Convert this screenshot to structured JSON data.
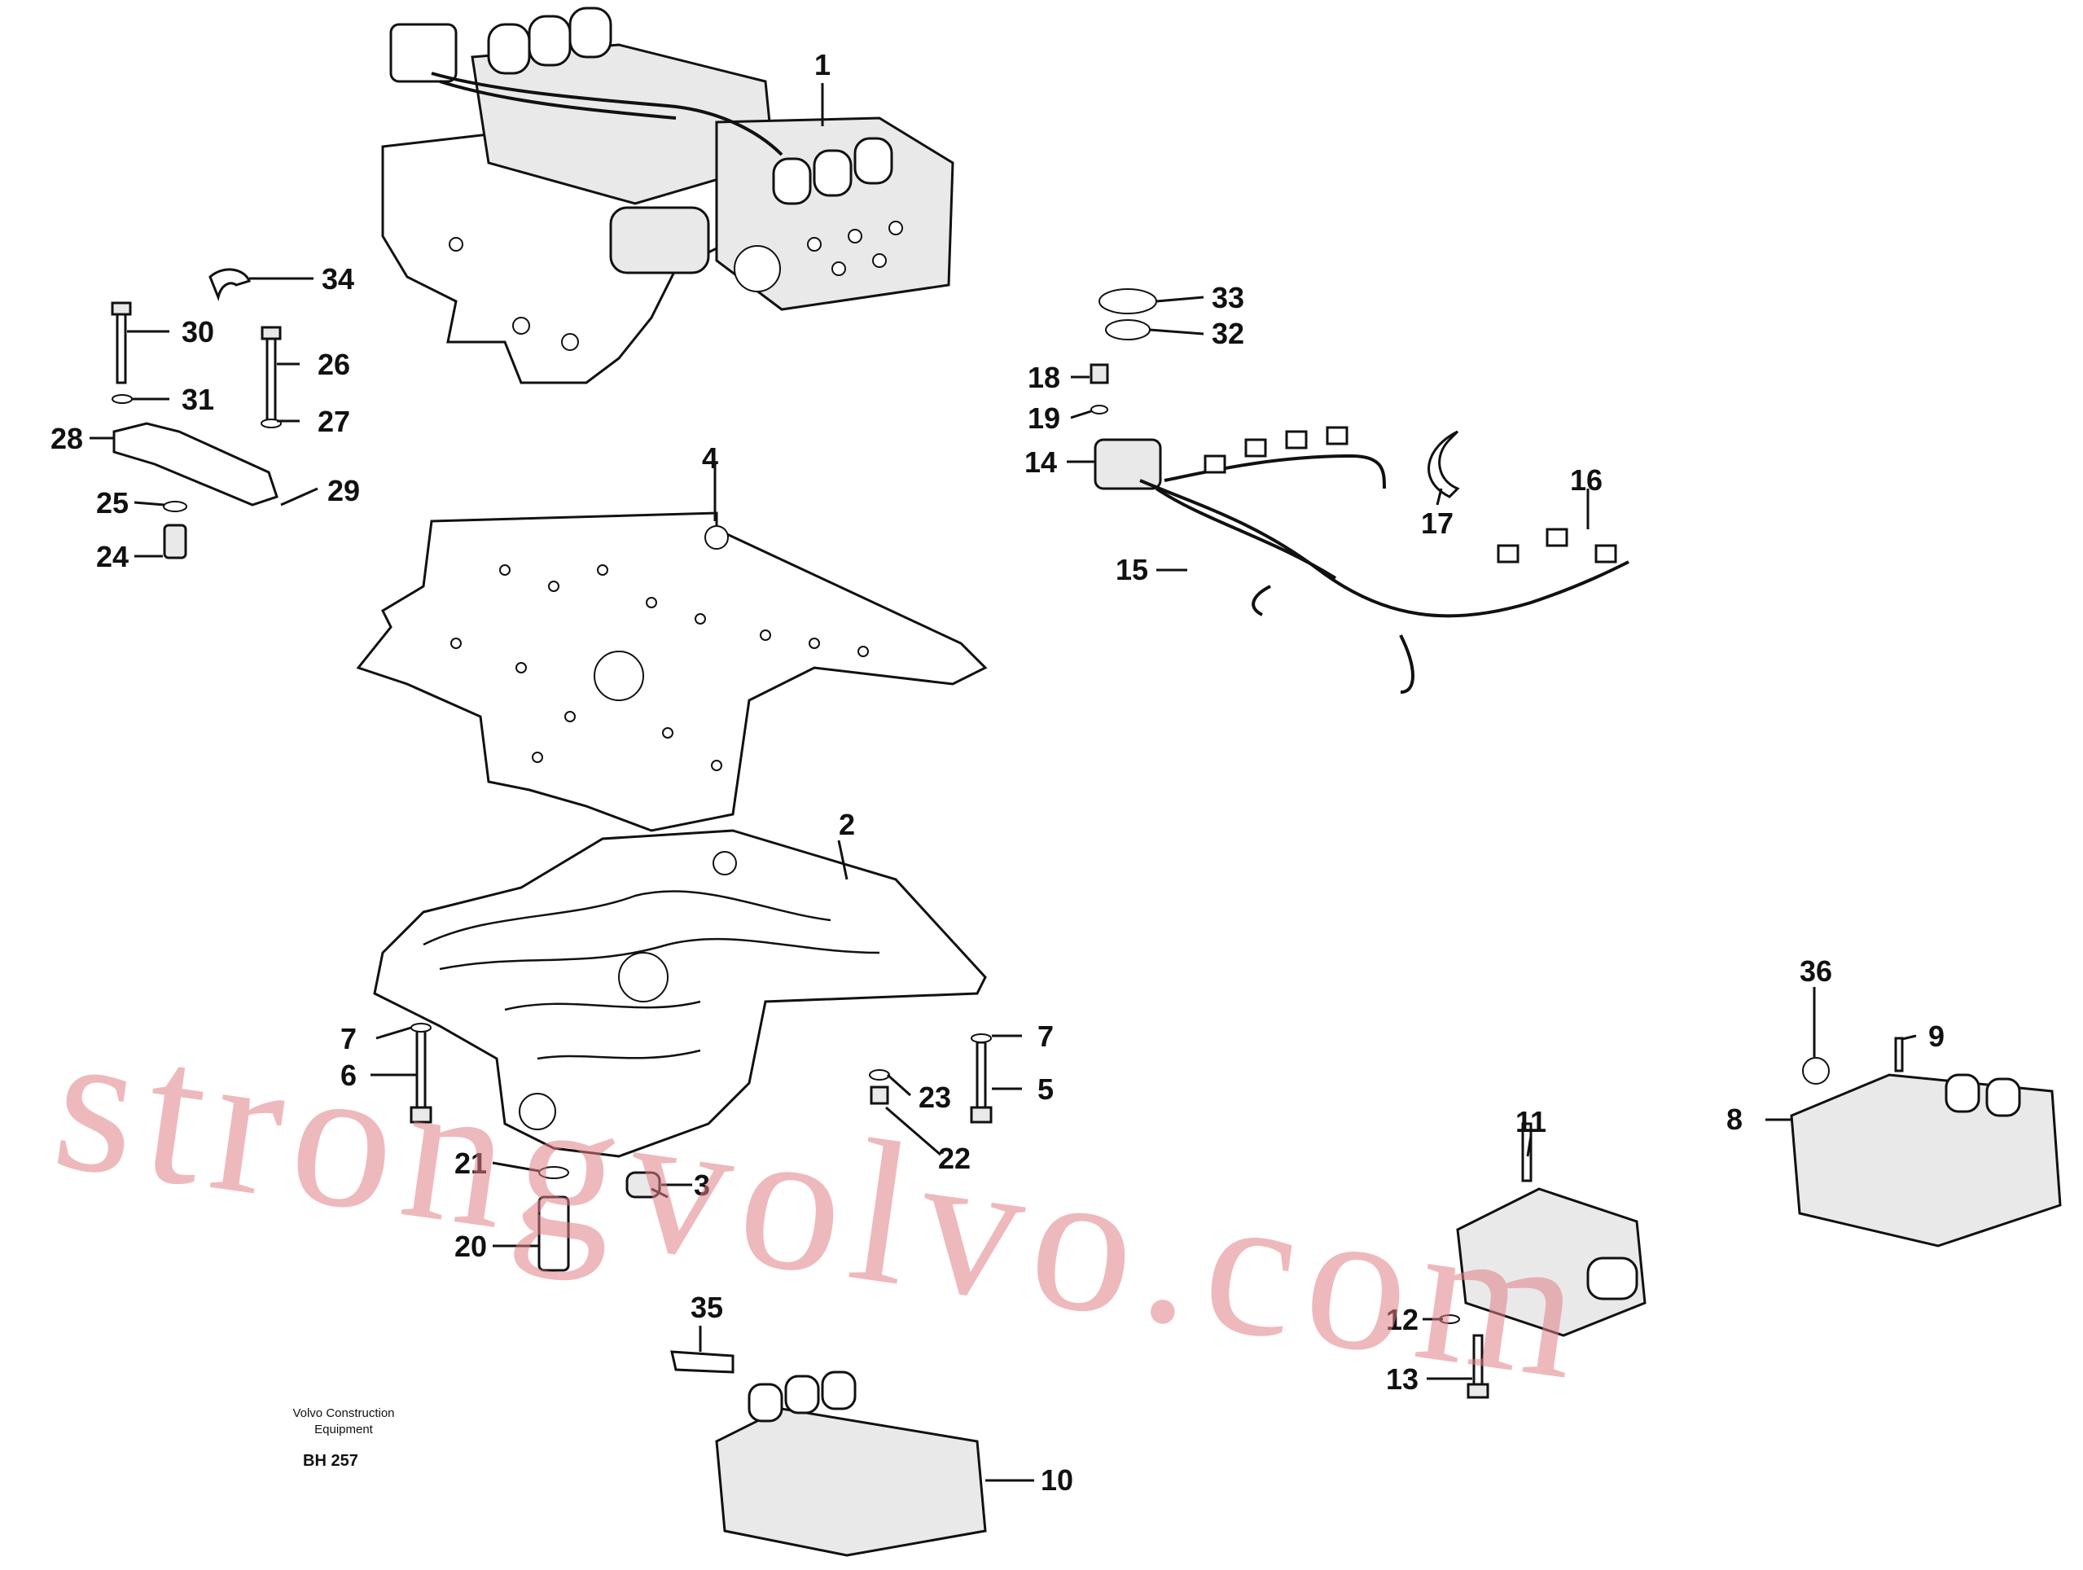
{
  "watermark": {
    "text": "strongvolvo.com",
    "color": "#e07f85"
  },
  "credit": {
    "line1": "Volvo Construction",
    "line2": "Equipment",
    "code": "BH 257"
  },
  "callouts": [
    "1",
    "2",
    "3",
    "4",
    "5",
    "6",
    "7",
    "7",
    "8",
    "9",
    "10",
    "11",
    "12",
    "13",
    "14",
    "15",
    "16",
    "17",
    "18",
    "19",
    "20",
    "21",
    "22",
    "23",
    "24",
    "25",
    "26",
    "27",
    "28",
    "29",
    "30",
    "31",
    "32",
    "33",
    "34",
    "35",
    "36"
  ]
}
